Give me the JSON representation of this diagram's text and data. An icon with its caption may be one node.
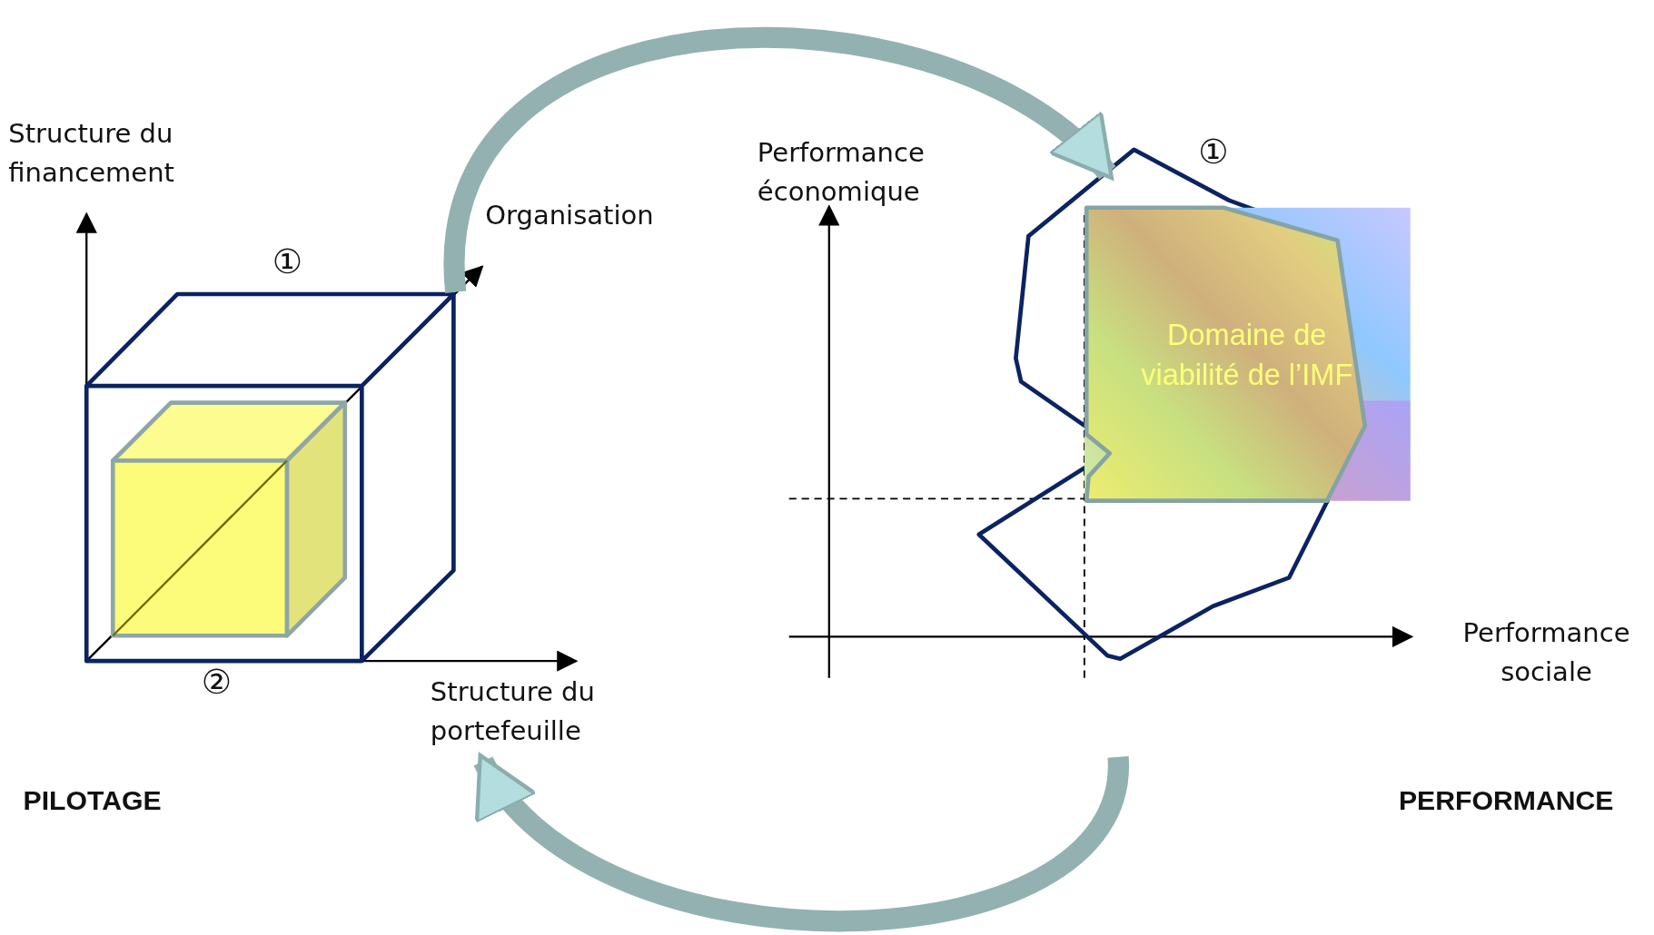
{
  "diagram": {
    "nodes": [
      {
        "text": [],
        "shape": "box"
      },
      {
        "text": [],
        "shape": "box",
        "in": 0
      },
      {
        "text": [],
        "shape": "polygon"
      },
      {
        "text": [
          "Domaine de viabilité de l’IMF"
        ]
      }
    ],
    "edges": [
      {
        "from": 0,
        "to": 2,
        "arrow": "to"
      },
      {
        "from": 2,
        "to": 0,
        "arrow": "to"
      }
    ],
    "labels": [
      "Structure du financement",
      "Organisation",
      "①",
      "Performance économique",
      "①",
      "②",
      "Structure du portefeuille",
      "Performance sociale",
      "PILOTAGE",
      "PERFORMANCE"
    ]
  }
}
